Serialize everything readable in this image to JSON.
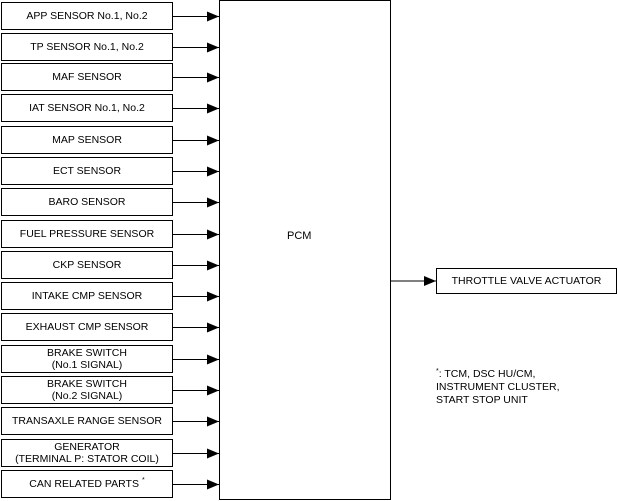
{
  "inputs": [
    {
      "line1": "APP SENSOR No.1, No.2"
    },
    {
      "line1": "TP SENSOR No.1, No.2"
    },
    {
      "line1": "MAF SENSOR"
    },
    {
      "line1": "IAT SENSOR No.1, No.2"
    },
    {
      "line1": "MAP SENSOR"
    },
    {
      "line1": "ECT SENSOR"
    },
    {
      "line1": "BARO SENSOR"
    },
    {
      "line1": "FUEL PRESSURE SENSOR"
    },
    {
      "line1": "CKP SENSOR"
    },
    {
      "line1": "INTAKE CMP SENSOR"
    },
    {
      "line1": "EXHAUST CMP SENSOR"
    },
    {
      "line1": "BRAKE SWITCH",
      "line2": "(No.1 SIGNAL)"
    },
    {
      "line1": "BRAKE SWITCH",
      "line2": "(No.2 SIGNAL)"
    },
    {
      "line1": "TRANSAXLE RANGE SENSOR"
    },
    {
      "line1": "GENERATOR",
      "line2": "(TERMINAL P: STATOR COIL)"
    },
    {
      "line1": "CAN RELATED PARTS",
      "mark": "*"
    }
  ],
  "pcm": {
    "label": "PCM"
  },
  "output": {
    "label": "THROTTLE VALVE ACTUATOR"
  },
  "note": {
    "mark": "*",
    "text": ": TCM, DSC HU/CM,\nINSTRUMENT CLUSTER,\nSTART STOP UNIT"
  }
}
